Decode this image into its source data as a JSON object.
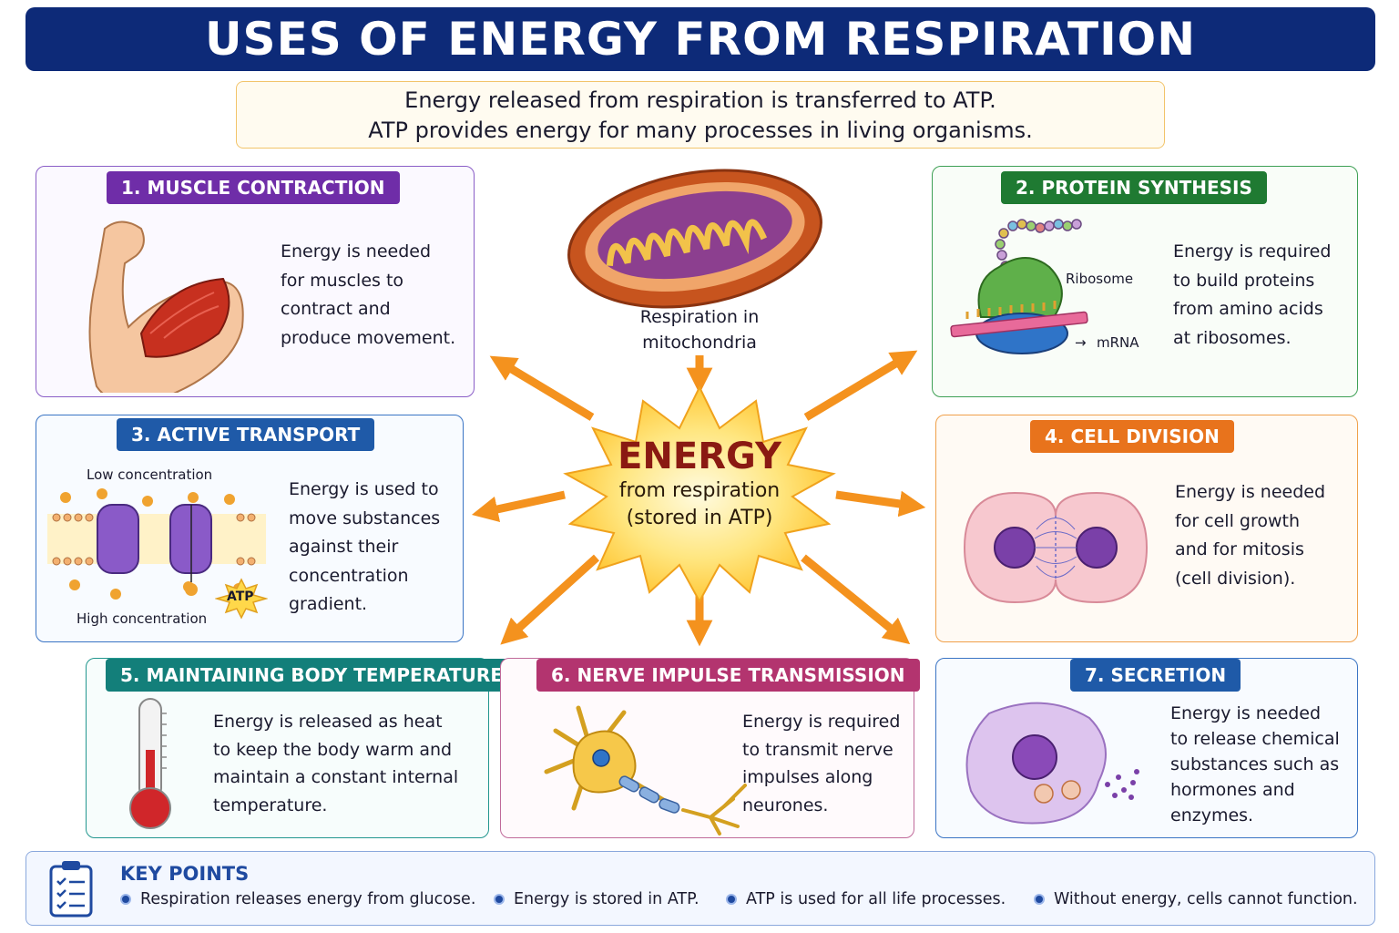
{
  "title": "USES OF ENERGY FROM RESPIRATION",
  "intro": {
    "line1": "Energy released from respiration is transferred to ATP.",
    "line2": "ATP provides energy for many processes in living organisms."
  },
  "center": {
    "mito_line1": "Respiration in",
    "mito_line2": "mitochondria",
    "energy": "ENERGY",
    "energy_sub1": "from respiration",
    "energy_sub2": "(stored in ATP)"
  },
  "cards": {
    "muscle": {
      "title": "1. MUSCLE CONTRACTION",
      "lines": [
        "Energy is needed",
        "for muscles to",
        "contract and",
        "produce movement."
      ],
      "color": "#6f2da8"
    },
    "protein": {
      "title": "2. PROTEIN SYNTHESIS",
      "lines": [
        "Energy is required",
        "to build proteins",
        "from amino acids",
        "at ribosomes."
      ],
      "label_ribosome": "Ribosome",
      "label_mrna": "mRNA",
      "color": "#1f7a32"
    },
    "transport": {
      "title": "3. ACTIVE TRANSPORT",
      "lines": [
        "Energy is used to",
        "move substances",
        "against their",
        "concentration",
        "gradient."
      ],
      "label_low": "Low concentration",
      "label_high": "High concentration",
      "label_atp": "ATP",
      "color": "#1f5aa8"
    },
    "division": {
      "title": "4. CELL DIVISION",
      "lines": [
        "Energy is needed",
        "for cell growth",
        "and for mitosis",
        "(cell division)."
      ],
      "color": "#e8731c"
    },
    "temperature": {
      "title": "5. MAINTAINING BODY TEMPERATURE",
      "lines": [
        "Energy is released as heat",
        "to keep the body warm and",
        "maintain a constant internal",
        "temperature."
      ],
      "color": "#137f7a"
    },
    "nerve": {
      "title": "6. NERVE IMPULSE TRANSMISSION",
      "lines": [
        "Energy is required",
        "to transmit nerve",
        "impulses along",
        "neurones."
      ],
      "color": "#b3346f"
    },
    "secretion": {
      "title": "7. SECRETION",
      "lines": [
        "Energy is needed",
        "to release chemical",
        "substances such as",
        "hormones and",
        "enzymes."
      ],
      "color": "#1f5aa8"
    }
  },
  "key_points": {
    "title": "KEY POINTS",
    "items": [
      "Respiration releases energy from glucose.",
      "Energy is stored in ATP.",
      "ATP is used for all life processes.",
      "Without energy, cells cannot function."
    ]
  }
}
